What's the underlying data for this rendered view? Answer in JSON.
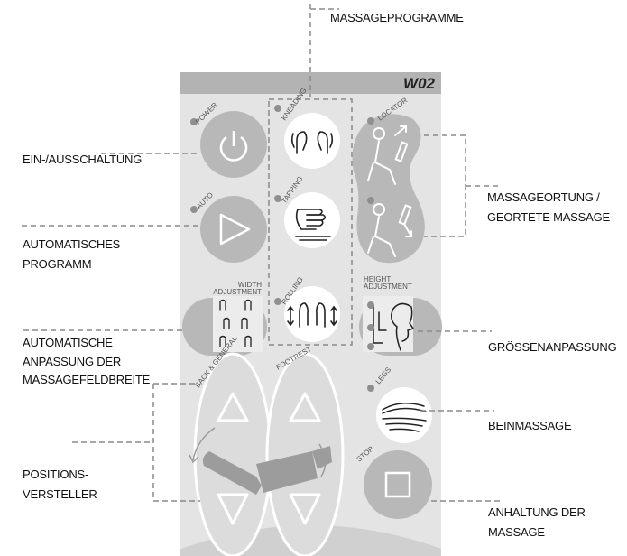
{
  "model": "W02",
  "buttons": {
    "power": "POWER",
    "auto": "AUTO",
    "kneading": "KNEADING",
    "tapping": "TAPPING",
    "rolling": "ROLLING",
    "locator": "LOCATOR",
    "width_line1": "WIDTH",
    "width_line2": "ADJUSTMENT",
    "height_line1": "HEIGHT",
    "height_line2": "ADJUSTMENT",
    "back_general": "BACK & GENERAL",
    "footrest": "FOOTREST",
    "legs": "LEGS",
    "stop": "STOP"
  },
  "callouts": {
    "massage_programs": "MASSAGEPROGRAMME",
    "power_switch": "EIN-/AUSSCHALTUNG",
    "auto_program_1": "AUTOMATISCHES",
    "auto_program_2": "PROGRAMM",
    "locate_1": "MASSAGEORTUNG /",
    "locate_2": "GEORTETE MASSAGE",
    "width_1": "AUTOMATISCHE",
    "width_2": "ANPASSUNG DER",
    "width_3": "MASSAGEFELDBREITE",
    "height": "GRÖSSENANPASSUNG",
    "legs": "BEINMASSAGE",
    "position_1": "POSITIONS-",
    "position_2": "VERSTELLER",
    "stop_1": "ANHALTUNG DER",
    "stop_2": "MASSAGE"
  },
  "colors": {
    "panel": "#e4e4e4",
    "header": "#b3b3b3",
    "button": "#b8b8b8",
    "indicator": "#8f8f8f",
    "dashes": "#8a8a8a"
  }
}
